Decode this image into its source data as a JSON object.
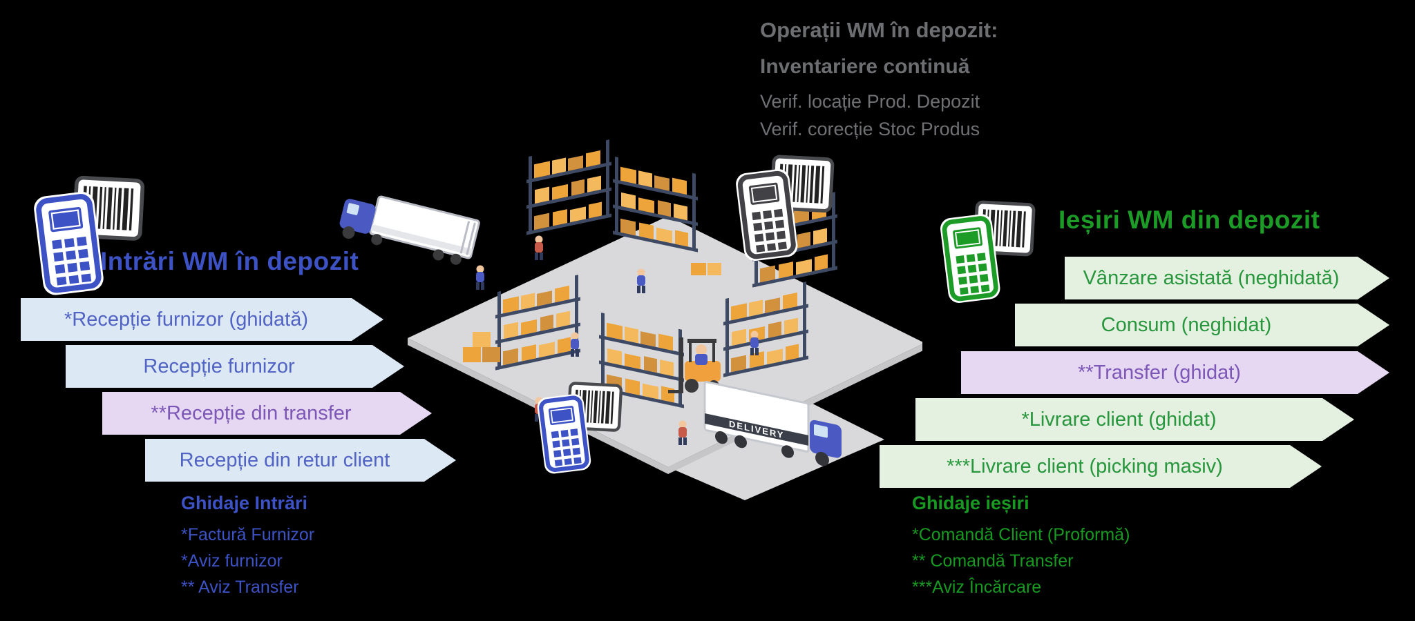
{
  "top_note": {
    "title": "Operații WM în depozit:",
    "line2": "Inventariere continuă",
    "line3": "Verif. locație Prod. Depozit",
    "line4": "Verif. corecție Stoc Produs"
  },
  "left_section": {
    "heading": "Intrări WM în depozit",
    "arrows": [
      {
        "label": "*Recepție furnizor (ghidată)",
        "style": "blue"
      },
      {
        "label": "Recepție furnizor",
        "style": "blue"
      },
      {
        "label": "**Recepție din transfer",
        "style": "purple"
      },
      {
        "label": "Recepție din retur client",
        "style": "blue"
      }
    ],
    "legend": {
      "title": "Ghidaje Intrări",
      "items": [
        "*Factură Furnizor",
        "*Aviz furnizor",
        "** Aviz Transfer"
      ]
    }
  },
  "right_section": {
    "heading": "Ieșiri WM din depozit",
    "arrows": [
      {
        "label": "Vânzare asistată (neghidată)",
        "style": "green"
      },
      {
        "label": "Consum (neghidat)",
        "style": "green"
      },
      {
        "label": "**Transfer (ghidat)",
        "style": "purple"
      },
      {
        "label": "*Livrare client (ghidat)",
        "style": "green"
      },
      {
        "label": "***Livrare client (picking masiv)",
        "style": "green"
      }
    ],
    "legend": {
      "title": "Ghidaje ieșiri",
      "items": [
        "*Comandă Client (Proformă)",
        "** Comandă Transfer",
        "***Aviz Încărcare"
      ]
    }
  },
  "illustration": {
    "truck_label": "DELIVERY"
  },
  "icons": {
    "scanner_left": "barcode-scanner-blue-icon",
    "scanner_top": "barcode-scanner-dark-icon",
    "scanner_bottom": "barcode-scanner-blue-icon",
    "scanner_right": "barcode-scanner-green-icon"
  },
  "colors": {
    "blue_text": "#3d52c4",
    "green_text": "#1d9b27",
    "purple_text": "#7d57b5",
    "gray_text": "#6d6e71",
    "arrow_blue_bg": "#dce8f4",
    "arrow_green_bg": "#e4f1e1",
    "arrow_purple_bg": "#e6d8f3"
  }
}
